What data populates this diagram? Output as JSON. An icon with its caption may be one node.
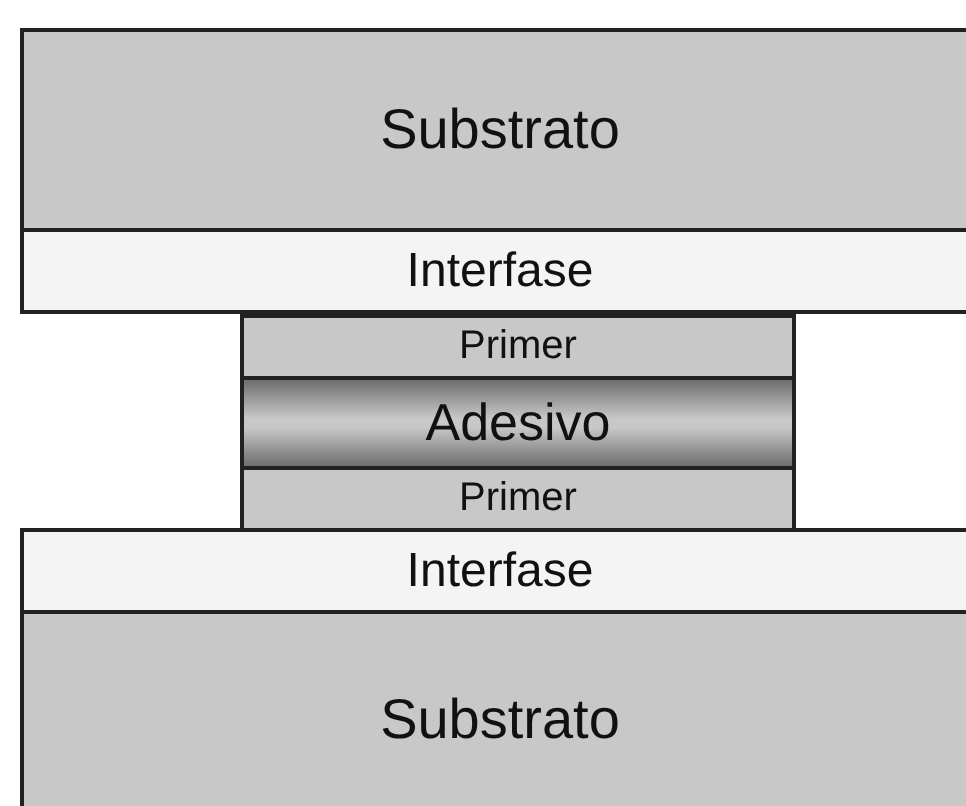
{
  "diagram": {
    "nodes": [
      {
        "text": [
          "Substrato"
        ]
      },
      {
        "text": [
          "Interfase"
        ]
      },
      {
        "text": [
          "Primer"
        ]
      },
      {
        "text": [
          "Adesivo"
        ]
      },
      {
        "text": [
          "Primer"
        ]
      },
      {
        "text": [
          "Interfase"
        ]
      },
      {
        "text": [
          "Substrato"
        ]
      }
    ]
  }
}
